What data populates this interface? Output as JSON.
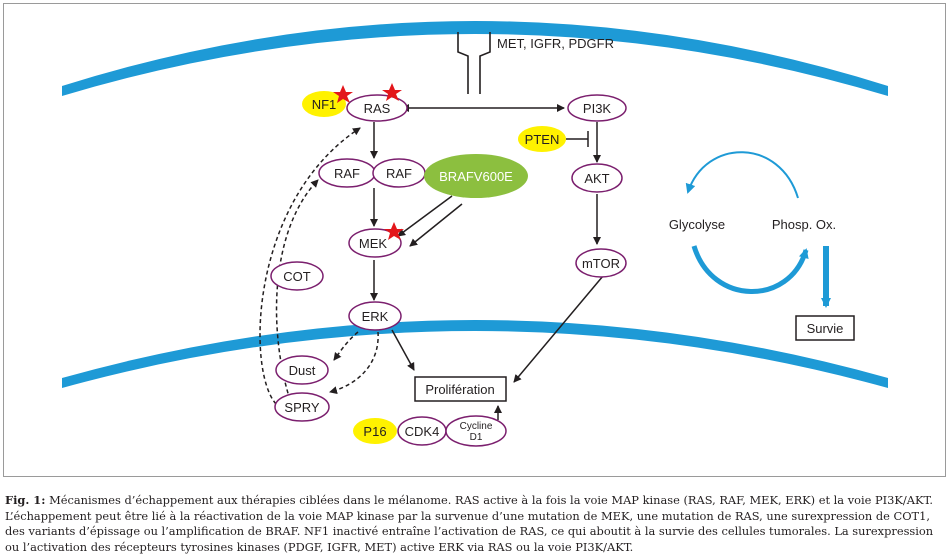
{
  "receptor_label": "MET, IGFR, PDGFR",
  "nodes": {
    "nf1": "NF1",
    "ras": "RAS",
    "pi3k": "PI3K",
    "pten": "PTEN",
    "raf1": "RAF",
    "raf2": "RAF",
    "braf": "BRAFV600E",
    "akt": "AKT",
    "mek": "MEK",
    "cot": "COT",
    "mtor": "mTOR",
    "erk": "ERK",
    "dust": "Dust",
    "spry": "SPRY",
    "proliferation": "Prolifération",
    "p16": "P16",
    "cdk4": "CDK4",
    "cycline_line1": "Cycline",
    "cycline_line2": "D1",
    "glycolyse": "Glycolyse",
    "phosp": "Phosp. Ox.",
    "survie": "Survie"
  },
  "colors": {
    "membrane": "#1e9ad6",
    "node_border": "#7b1f6e",
    "highlight_yellow": "#fff200",
    "braf_green": "#8cbf3f",
    "mutation_star": "#e3161b",
    "arrow": "#231f20"
  },
  "caption": {
    "label": "Fig. 1:",
    "text": "Mécanismes d’échappement aux thérapies ciblées dans le mélanome. RAS active à la fois la voie MAP kinase (RAS, RAF, MEK, ERK) et la voie PI3K/AKT. L’échappement peut être lié à la réactivation de la voie MAP kinase par la survenue d’une mutation de MEK, une mutation de RAS, une surexpression de COT1, des variants d’épissage ou l’amplification de BRAF. NF1 inactivé entraîne l’activation de RAS, ce qui aboutit à la survie des cellules tumorales. La surexpression ou l’activation des récepteurs tyrosines kinases (PDGF, IGFR, MET) active ERK via RAS ou la voie PI3K/AKT."
  }
}
